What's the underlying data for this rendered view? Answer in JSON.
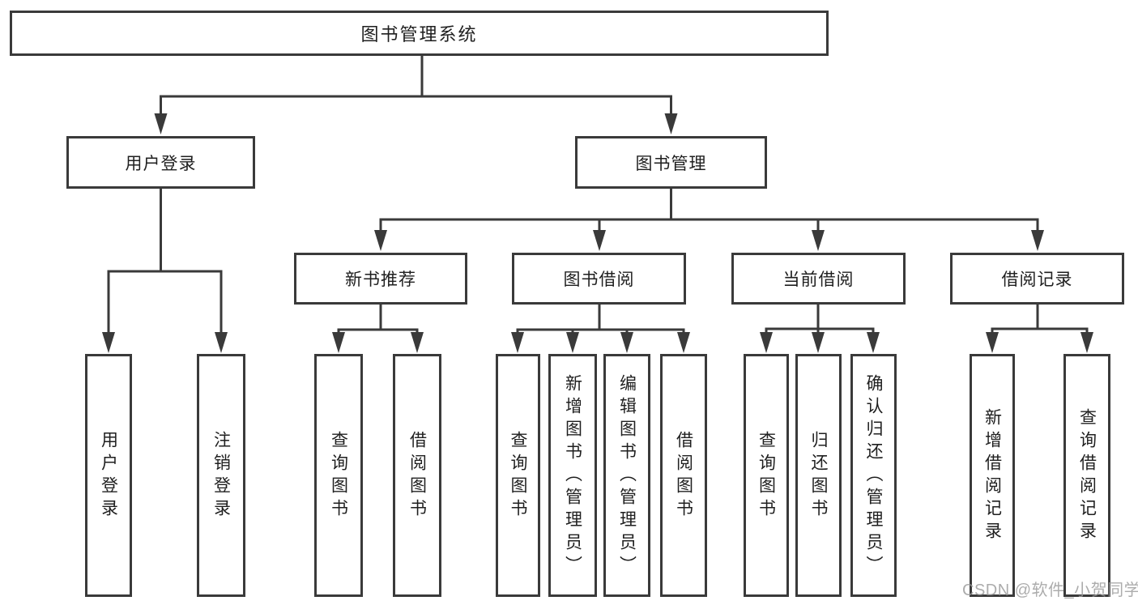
{
  "tree": {
    "label": "图书管理系统",
    "children": [
      {
        "label": "用户登录",
        "children": [
          {
            "label": "用户登录"
          },
          {
            "label": "注销登录"
          }
        ]
      },
      {
        "label": "图书管理",
        "children": [
          {
            "label": "新书推荐",
            "children": [
              {
                "label": "查询图书"
              },
              {
                "label": "借阅图书"
              }
            ]
          },
          {
            "label": "图书借阅",
            "children": [
              {
                "label": "查询图书"
              },
              {
                "label": "新增图书（管理员）"
              },
              {
                "label": "编辑图书（管理员）"
              },
              {
                "label": "借阅图书"
              }
            ]
          },
          {
            "label": "当前借阅",
            "children": [
              {
                "label": "查询图书"
              },
              {
                "label": "归还图书"
              },
              {
                "label": "确认归还（管理员）"
              }
            ]
          },
          {
            "label": "借阅记录",
            "children": [
              {
                "label": "新增借阅记录"
              },
              {
                "label": "查询借阅记录"
              }
            ]
          }
        ]
      }
    ]
  },
  "watermark": {
    "text": "CSDN @软件_小贺同学"
  },
  "colors": {
    "line": "#3a3a3a",
    "text": "#1f1f1f",
    "watermark": "#9a9a9a",
    "background": "#ffffff"
  }
}
